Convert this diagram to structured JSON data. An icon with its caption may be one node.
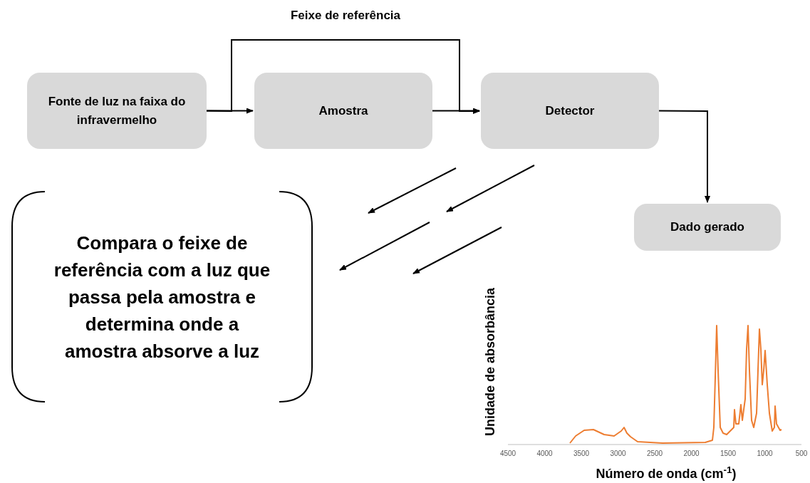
{
  "diagram": {
    "nodes": [
      {
        "text": [
          "Fonte de luz na faixa do infravermelho"
        ]
      },
      {
        "text": [
          "Amostra"
        ]
      },
      {
        "text": [
          "Detector"
        ]
      },
      {
        "text": [
          "Dado gerado"
        ]
      },
      {
        "text": [
          "Compara o feixe de referência com a luz que passa pela amostra e determina onde a amostra absorve a luz"
        ]
      }
    ],
    "edges": [
      {
        "from": 0,
        "to": 1,
        "arrow": "to"
      },
      {
        "from": 0,
        "to": 2,
        "arrow": "to",
        "label": "Feixe de referência"
      },
      {
        "from": 1,
        "to": 2,
        "arrow": "to"
      },
      {
        "from": 2,
        "to": 3,
        "arrow": "to"
      }
    ],
    "labels": [
      "Unidade de absorbância",
      "4500",
      "4000",
      "3500",
      "3000",
      "2500",
      "2000",
      "1500",
      "1000",
      "500",
      "Número de onda (cm$^{-1}$)"
    ]
  }
}
